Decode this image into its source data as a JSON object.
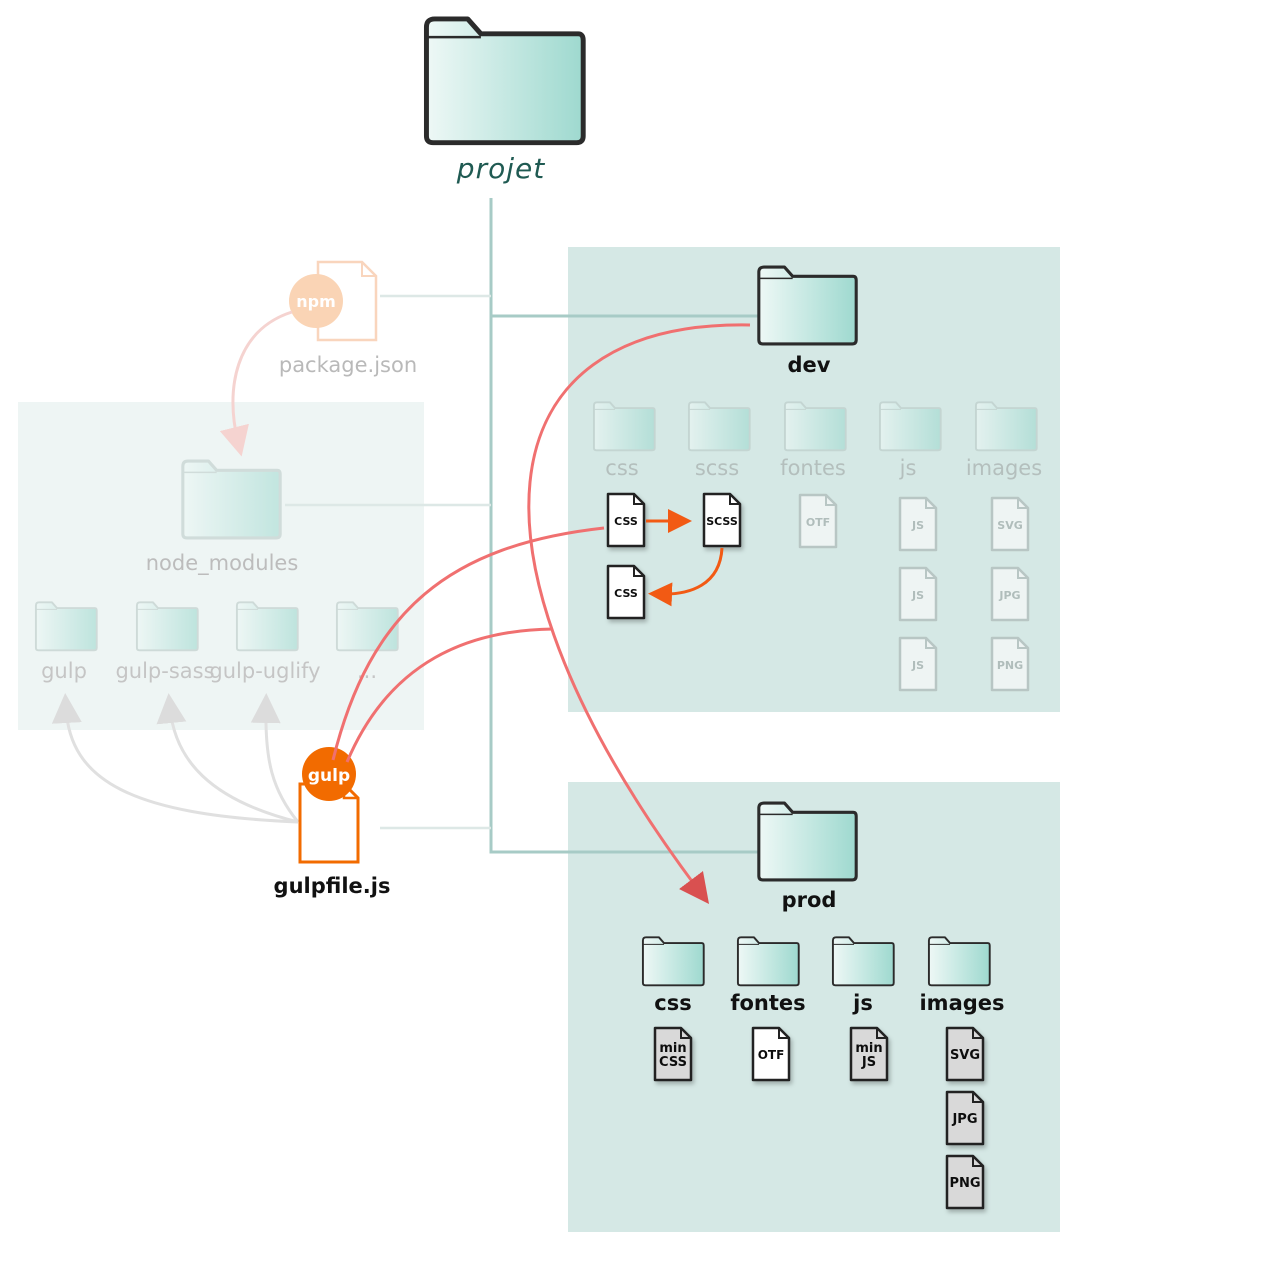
{
  "colors": {
    "folder_light": "#eef8f6",
    "folder_dark": "#9ed9cf",
    "panel": "#d5e8e5",
    "faded_panel": "#eef5f4",
    "tree_line": "#8fbdb7",
    "red_arrow": "#f07070",
    "orange": "#f26b00",
    "root_label": "#1f5a52"
  },
  "root": {
    "label": "projet"
  },
  "package": {
    "label": "package.json",
    "badge": "npm"
  },
  "node_modules": {
    "label": "node_modules",
    "children": [
      "gulp",
      "gulp-sass",
      "gulp-uglify",
      "..."
    ]
  },
  "gulpfile": {
    "label": "gulpfile.js",
    "badge": "gulp"
  },
  "dev": {
    "label": "dev",
    "folders": [
      "css",
      "scss",
      "fontes",
      "js",
      "images"
    ],
    "files": {
      "css_top": "CSS",
      "scss": "SCSS",
      "css_bottom": "CSS",
      "fontes": [
        "OTF"
      ],
      "js": [
        "JS",
        "JS",
        "JS"
      ],
      "images": [
        "SVG",
        "JPG",
        "PNG"
      ]
    }
  },
  "prod": {
    "label": "prod",
    "folders": [
      "css",
      "fontes",
      "js",
      "images"
    ],
    "files": {
      "css": [
        "min",
        "CSS"
      ],
      "fontes": "OTF",
      "js": [
        "min",
        "JS"
      ],
      "images": [
        "SVG",
        "JPG",
        "PNG"
      ]
    }
  }
}
